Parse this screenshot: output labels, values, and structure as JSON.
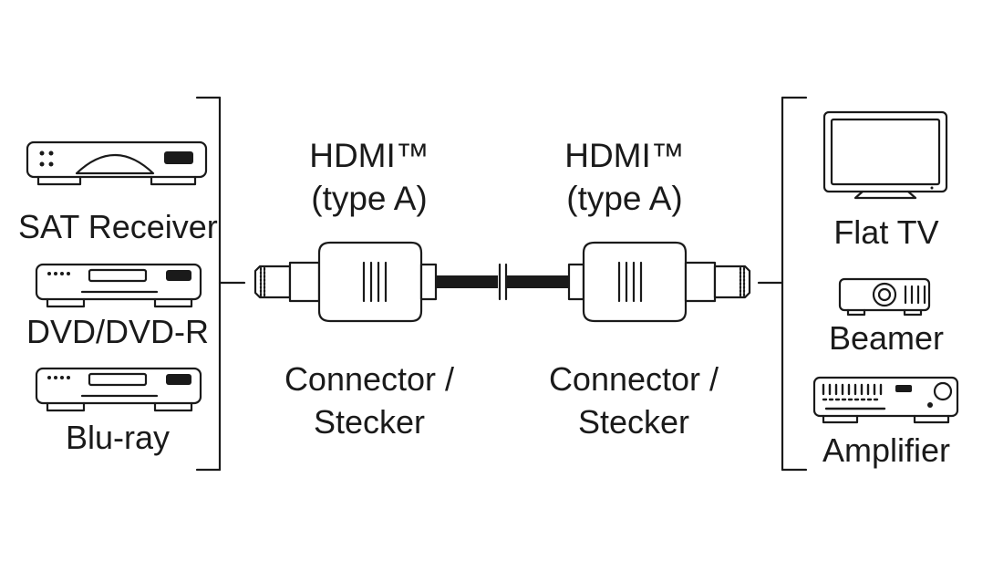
{
  "left_devices": {
    "sat_receiver": "SAT Receiver",
    "dvd": "DVD/DVD-R",
    "bluray": "Blu-ray"
  },
  "right_devices": {
    "flat_tv": "Flat TV",
    "beamer": "Beamer",
    "amplifier": "Amplifier"
  },
  "connectors": {
    "left": {
      "type_line1": "HDMI™",
      "type_line2": "(type A)",
      "caption_line1": "Connector /",
      "caption_line2": "Stecker"
    },
    "right": {
      "type_line1": "HDMI™",
      "type_line2": "(type A)",
      "caption_line1": "Connector /",
      "caption_line2": "Stecker"
    }
  },
  "colors": {
    "line": "#1a1a1a",
    "cable": "#1a1a1a",
    "background": "#ffffff"
  }
}
